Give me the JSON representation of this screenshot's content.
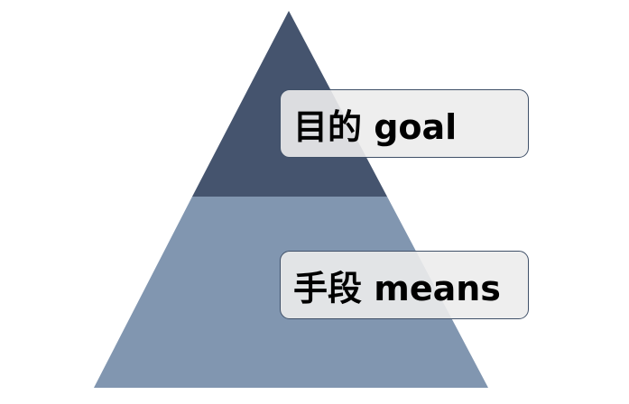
{
  "diagram": {
    "type": "pyramid",
    "levels": [
      {
        "id": "top",
        "label": "目的 goal",
        "color": "#45546e"
      },
      {
        "id": "bottom",
        "label": "手段 means",
        "color": "#8196b0"
      }
    ]
  },
  "colors": {
    "background": "#ffffff",
    "label_fill": "#ececec",
    "label_border": "#3f5068"
  }
}
